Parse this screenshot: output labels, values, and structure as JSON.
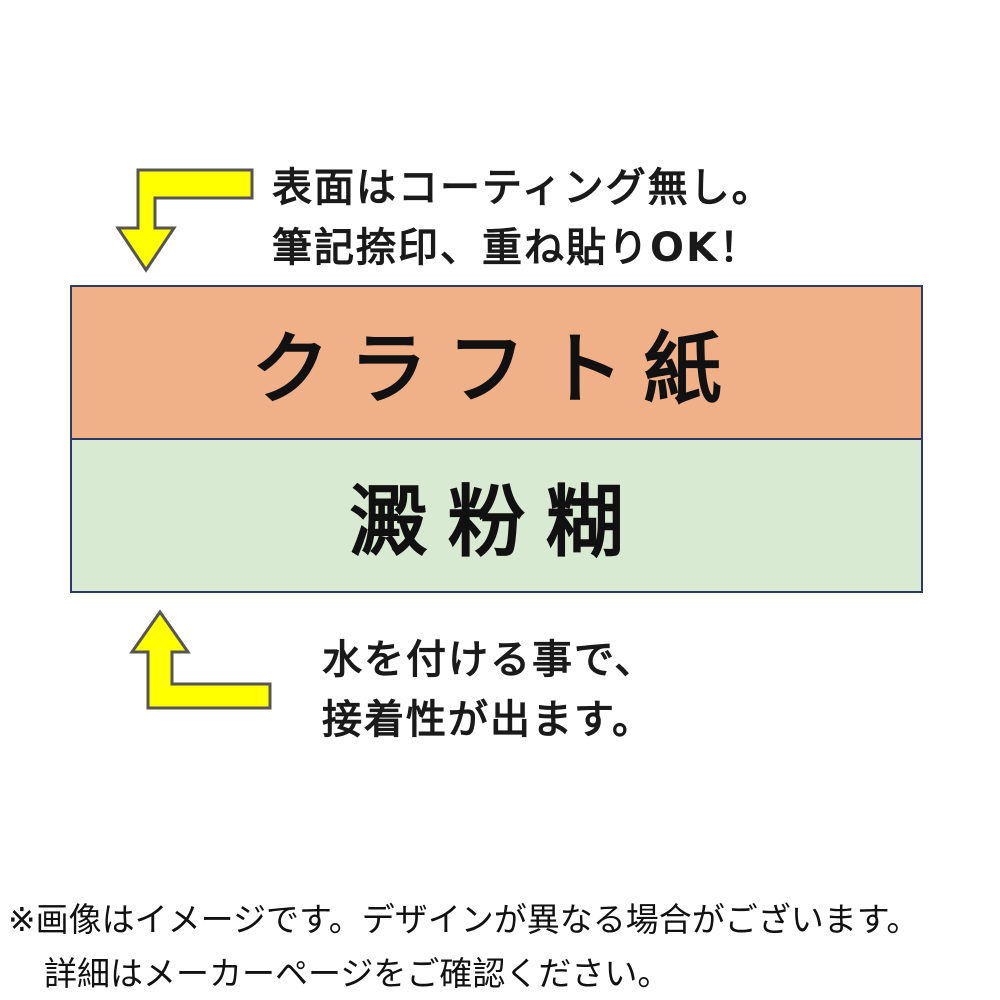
{
  "top_note": {
    "lines": [
      "表面はコーティング無し。",
      "筆記捺印、重ね貼りOK！"
    ]
  },
  "layers": {
    "kraft": {
      "label": "クラフト紙",
      "color": "#f0b088"
    },
    "starch": {
      "label": "澱粉糊",
      "color": "#d9ead3"
    }
  },
  "bottom_note": {
    "lines": [
      "水を付ける事で、",
      "接着性が出ます。"
    ]
  },
  "footnote": {
    "lines": [
      "※画像はイメージです。デザインが異なる場合がございます。",
      "詳細はメーカーページをご確認ください。"
    ]
  },
  "colors": {
    "arrow_fill": "#ffff00",
    "arrow_stroke": "#555555",
    "layer_border": "#2b3a67"
  },
  "icons": {
    "top_arrow": "bent-arrow-down-icon",
    "bottom_arrow": "bent-arrow-up-icon"
  }
}
